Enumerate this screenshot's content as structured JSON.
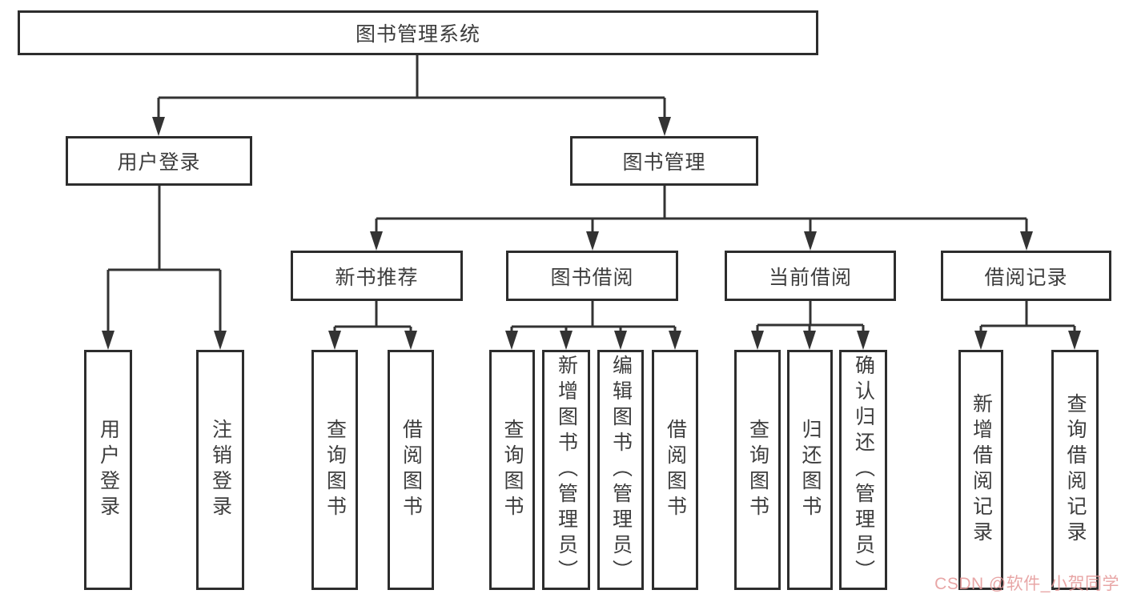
{
  "diagram": {
    "type": "tree",
    "root": {
      "label": "图书管理系统"
    },
    "branches": [
      {
        "label": "用户登录",
        "children": [
          {
            "label": "用户登录"
          },
          {
            "label": "注销登录"
          }
        ]
      },
      {
        "label": "图书管理",
        "children": [
          {
            "label": "新书推荐",
            "children": [
              {
                "label": "查询图书"
              },
              {
                "label": "借阅图书"
              }
            ]
          },
          {
            "label": "图书借阅",
            "children": [
              {
                "label": "查询图书"
              },
              {
                "label": "新增图书（管理员）"
              },
              {
                "label": "编辑图书（管理员）"
              },
              {
                "label": "借阅图书"
              }
            ]
          },
          {
            "label": "当前借阅",
            "children": [
              {
                "label": "查询图书"
              },
              {
                "label": "归还图书"
              },
              {
                "label": "确认归还（管理员）"
              }
            ]
          },
          {
            "label": "借阅记录",
            "children": [
              {
                "label": "新增借阅记录"
              },
              {
                "label": "查询借阅记录"
              }
            ]
          }
        ]
      }
    ]
  },
  "watermark": {
    "text": "CSDN @软件_小贺同学"
  },
  "colors": {
    "background": "#ffffff",
    "box_border": "#2d2d2d",
    "line": "#333333",
    "text": "#3d3d3d",
    "watermark": "#e49696"
  }
}
